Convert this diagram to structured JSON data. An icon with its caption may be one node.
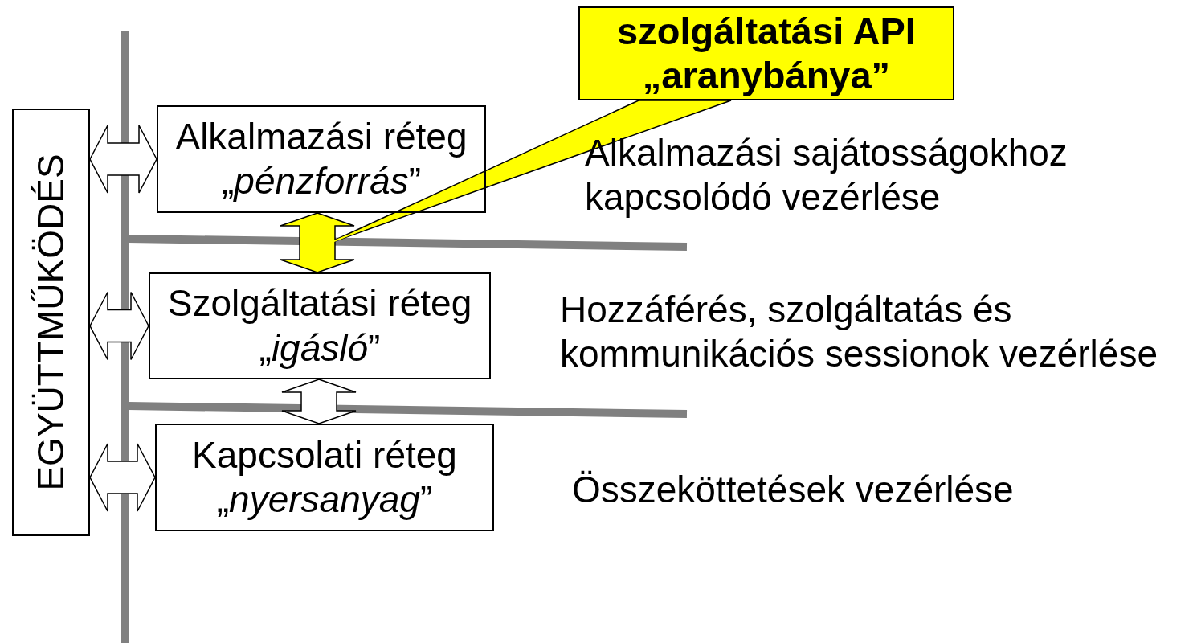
{
  "diagram": {
    "nodes": [
      {
        "text": [
          "EGYÜTTMŰKÖDÉS"
        ]
      },
      {
        "text": [
          "Alkalmazási réteg „*pénzforrás*”"
        ]
      },
      {
        "text": [
          "Szolgáltatási réteg „*igásló*”"
        ]
      },
      {
        "text": [
          "Kapcsolati réteg „*nyersanyag*”"
        ]
      },
      {
        "text": [
          "szolgáltatási API „aranybánya”"
        ]
      }
    ],
    "edges": [
      {
        "from": 0,
        "to": 1,
        "arrow": "both"
      },
      {
        "from": 0,
        "to": 2,
        "arrow": "both"
      },
      {
        "from": 0,
        "to": 3,
        "arrow": "both"
      },
      {
        "from": 1,
        "to": 2,
        "arrow": "both",
        "color": "#ffff00"
      },
      {
        "from": 2,
        "to": 3,
        "arrow": "both"
      },
      {
        "from": 4,
        "to": null,
        "arrow": "none",
        "color": "#ffff00"
      }
    ],
    "labels": [
      "Alkalmazási sajátosságokhoz kapcsolódó vezérlése",
      "Hozzáférés, szolgáltatás és kommunikációs sessionok vezérlése",
      "Összeköttetések vezérlése"
    ]
  }
}
